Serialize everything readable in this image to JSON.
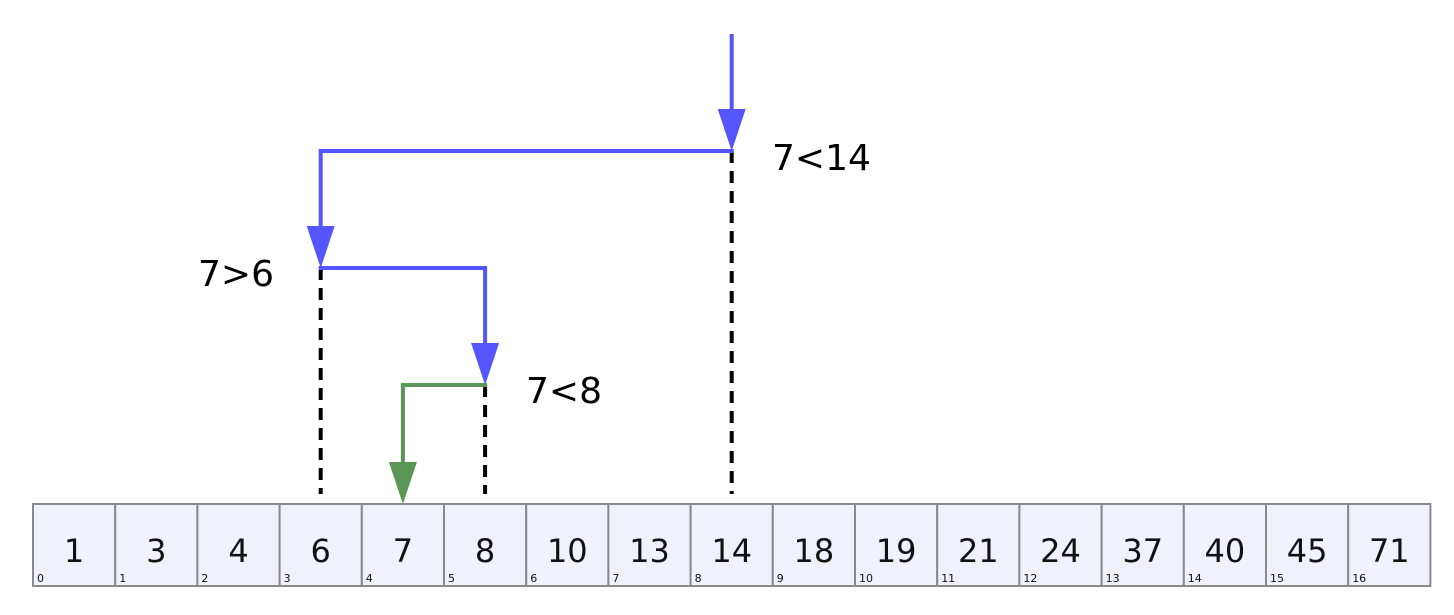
{
  "array": {
    "values": [
      1,
      3,
      4,
      6,
      7,
      8,
      10,
      13,
      14,
      18,
      19,
      21,
      24,
      37,
      40,
      45,
      71
    ],
    "indices": [
      0,
      1,
      2,
      3,
      4,
      5,
      6,
      7,
      8,
      9,
      10,
      11,
      12,
      13,
      14,
      15,
      16
    ],
    "cell_fill": "#f1f1fc",
    "cell_stroke": "#8a8a8a"
  },
  "steps": [
    {
      "probe_index": 8,
      "label": "7<14",
      "next_index": 3,
      "color": "#5555ff"
    },
    {
      "probe_index": 3,
      "label": "7>6",
      "next_index": 5,
      "color": "#5555ff"
    },
    {
      "probe_index": 5,
      "label": "7<8",
      "next_index": 4,
      "color": "#5a9656"
    }
  ],
  "colors": {
    "search_path": "#5555ff",
    "found_path": "#5a9656",
    "probe_line": "#000000"
  }
}
